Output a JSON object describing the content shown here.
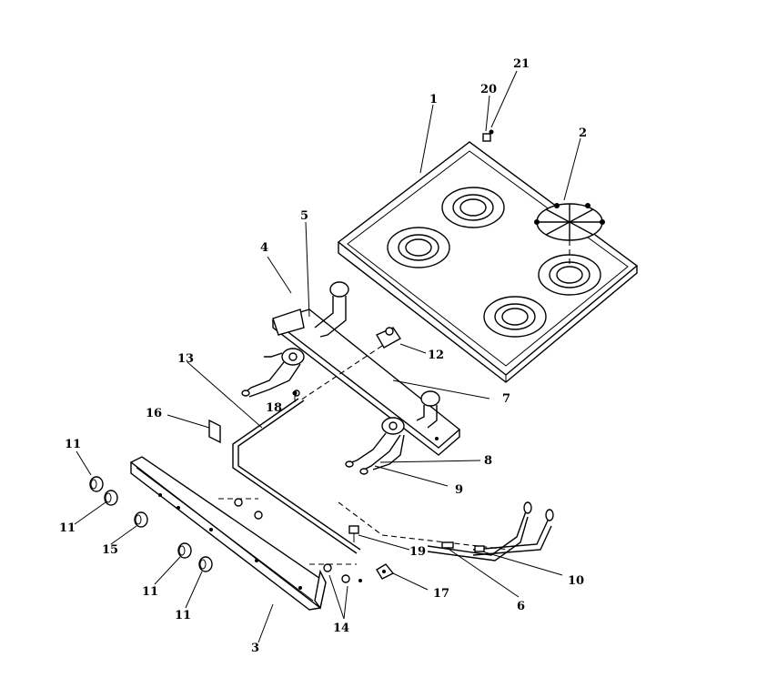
{
  "callouts": {
    "c1": "1",
    "c2": "2",
    "c3": "3",
    "c4": "4",
    "c5": "5",
    "c6": "6",
    "c7": "7",
    "c8": "8",
    "c9": "9",
    "c10": "10",
    "c11a": "11",
    "c11b": "11",
    "c11c": "11",
    "c11d": "11",
    "c12": "12",
    "c13": "13",
    "c14": "14",
    "c15": "15",
    "c16": "16",
    "c17": "17",
    "c18": "18",
    "c19": "19",
    "c20": "20",
    "c21": "21"
  }
}
